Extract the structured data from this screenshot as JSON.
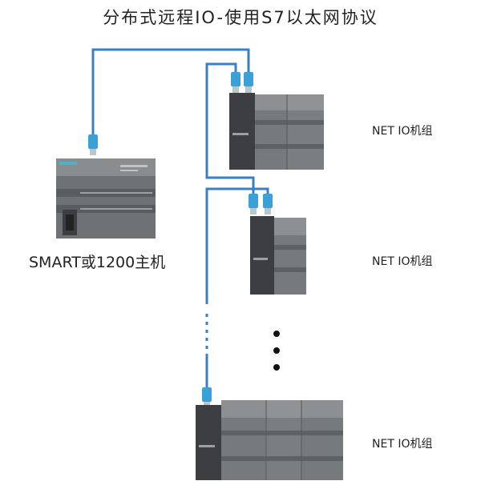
{
  "title": "分布式远程IO-使用S7以太网协议",
  "host_label": "SMART或1200主机",
  "station_labels": [
    "NET IO机组",
    "NET IO机组",
    "NET IO机组"
  ],
  "colors": {
    "cable": "#3a7fc4",
    "connector": "#3aa0d8",
    "plc_body": "#6f7275",
    "plc_dark": "#3c3e41",
    "plc_light": "#8a8d90"
  },
  "icons": {
    "host": "plc-cpu-icon",
    "station_device": "plc-module-icon",
    "connector": "rj45-connector-icon",
    "continuation": "ellipsis-dots-icon"
  }
}
